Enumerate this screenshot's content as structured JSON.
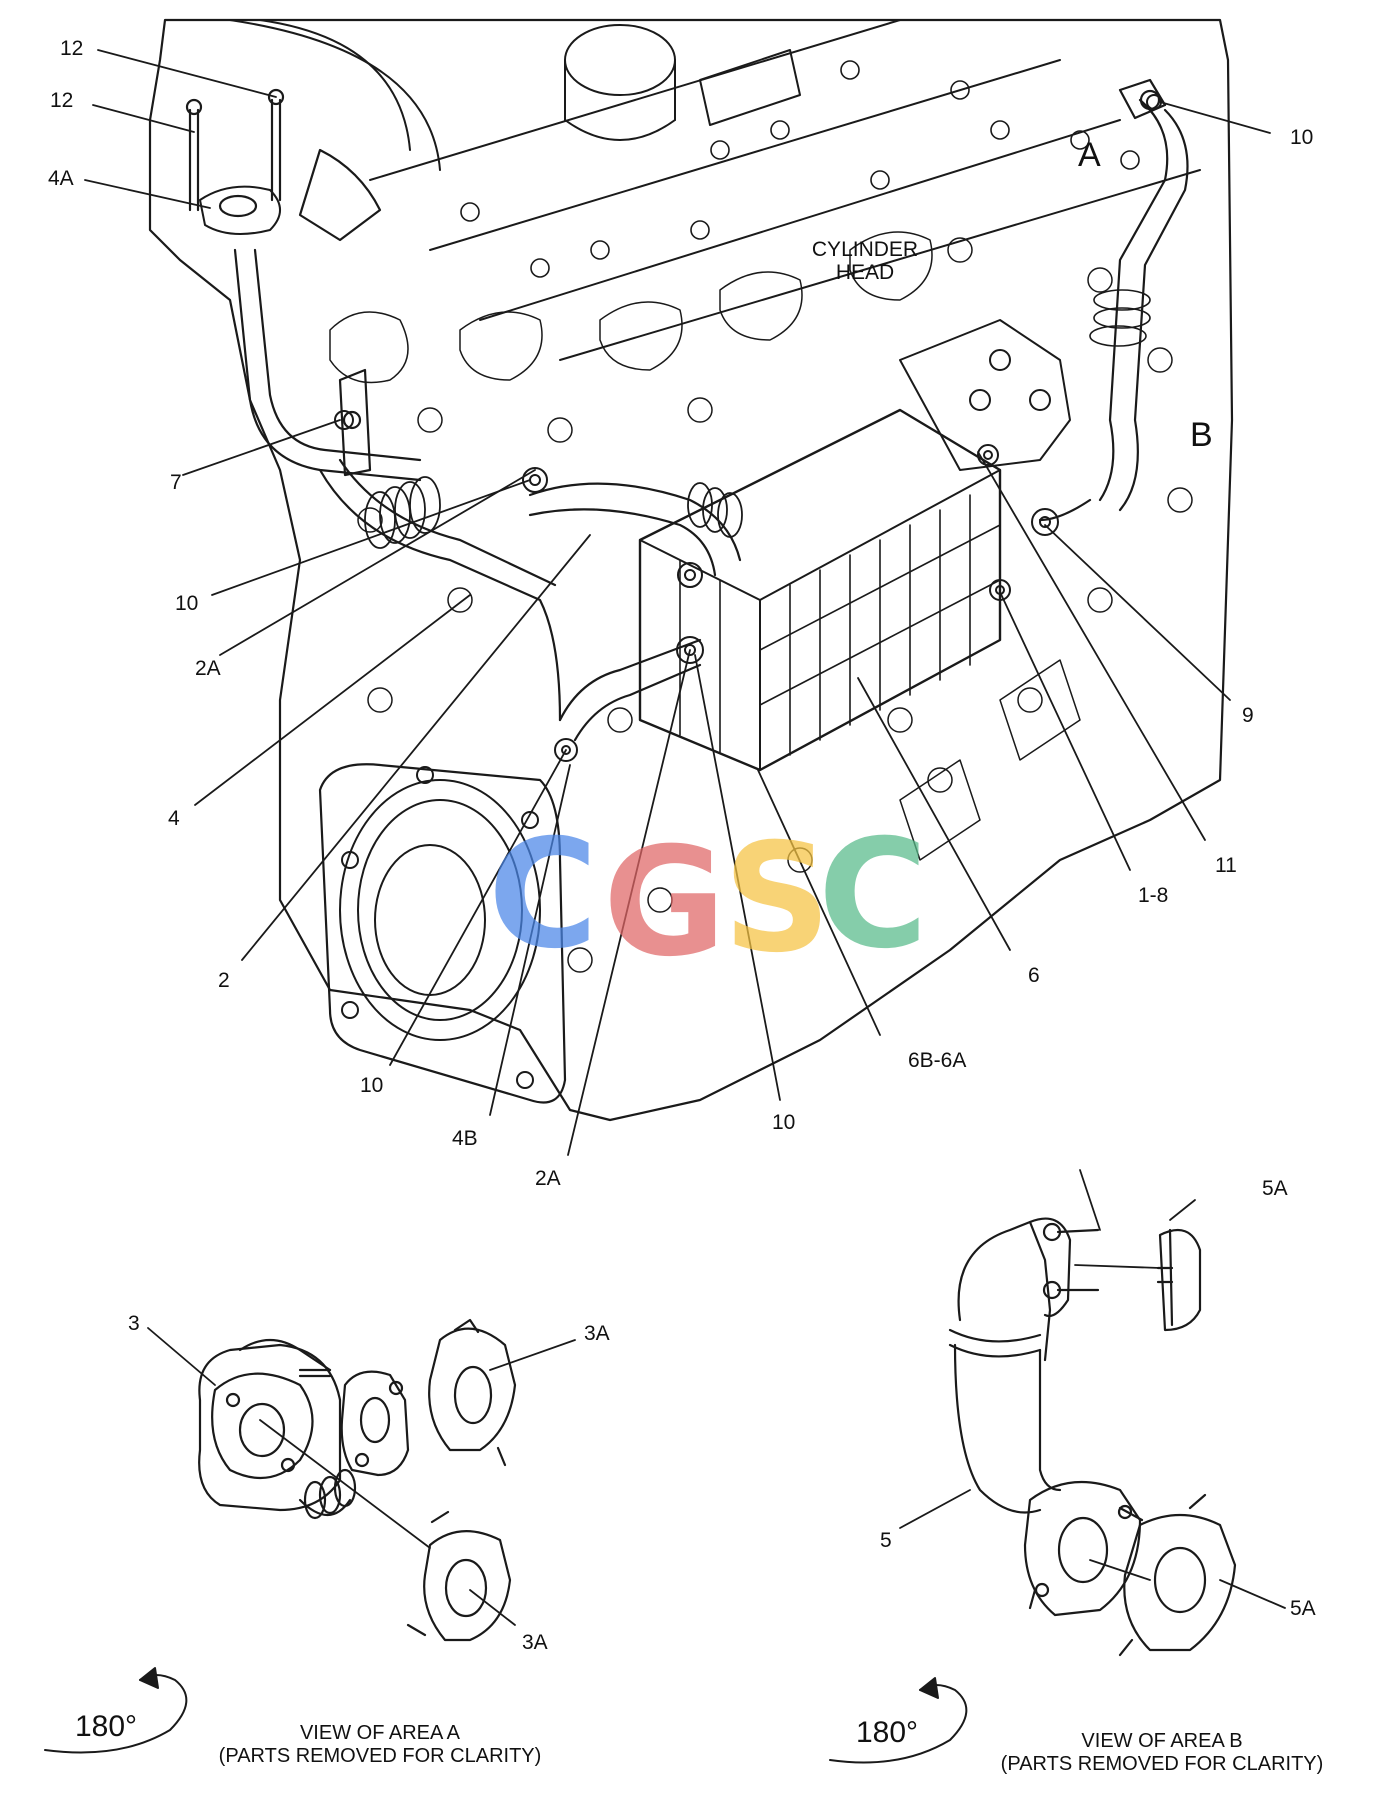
{
  "callouts": [
    {
      "id": "12a",
      "text": "12"
    },
    {
      "id": "12b",
      "text": "12"
    },
    {
      "id": "4A",
      "text": "4A"
    },
    {
      "id": "7",
      "text": "7"
    },
    {
      "id": "10a",
      "text": "10"
    },
    {
      "id": "2Aa",
      "text": "2A"
    },
    {
      "id": "4",
      "text": "4"
    },
    {
      "id": "2",
      "text": "2"
    },
    {
      "id": "10b",
      "text": "10"
    },
    {
      "id": "4B",
      "text": "4B"
    },
    {
      "id": "2Ab",
      "text": "2A"
    },
    {
      "id": "10c",
      "text": "10"
    },
    {
      "id": "6B6A",
      "text": "6B-6A"
    },
    {
      "id": "6",
      "text": "6"
    },
    {
      "id": "1-8",
      "text": "1-8"
    },
    {
      "id": "11",
      "text": "11"
    },
    {
      "id": "9",
      "text": "9"
    },
    {
      "id": "10d",
      "text": "10"
    },
    {
      "id": "3",
      "text": "3"
    },
    {
      "id": "3Aa",
      "text": "3A"
    },
    {
      "id": "3Ab",
      "text": "3A"
    },
    {
      "id": "5",
      "text": "5"
    },
    {
      "id": "5Aa",
      "text": "5A"
    },
    {
      "id": "5Ab",
      "text": "5A"
    }
  ],
  "area_labels": {
    "a": "A",
    "b": "B"
  },
  "cylinder_head": "CYLINDER\nHEAD",
  "views": [
    {
      "rotation": "180°",
      "title": "VIEW OF AREA  A",
      "subtitle": "(PARTS REMOVED FOR CLARITY)"
    },
    {
      "rotation": "180°",
      "title": "VIEW OF AREA  B",
      "subtitle": "(PARTS REMOVED FOR CLARITY)"
    }
  ],
  "watermark": {
    "text": "CGSC",
    "colors": [
      "#4a86e8",
      "#e06666",
      "#f6c342",
      "#57bb8a"
    ]
  }
}
